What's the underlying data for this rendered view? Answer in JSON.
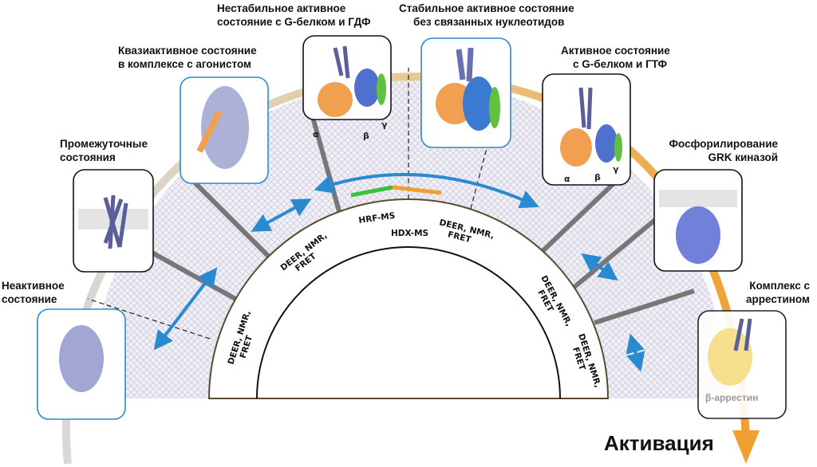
{
  "states": [
    {
      "label": [
        "Неактивное",
        "состояние"
      ]
    },
    {
      "label": [
        "Промежуточные",
        "состояния"
      ]
    },
    {
      "label": [
        "Квазиактивное состояние",
        "в комплексе с агонистом"
      ]
    },
    {
      "label": [
        "Нестабильное активное",
        "состояние с G-белком и ГДФ"
      ]
    },
    {
      "label": [
        "Стабильное активное состояние",
        "без связанных нуклеотидов"
      ]
    },
    {
      "label": [
        "Активное состояние",
        "с G-белком и ГТФ"
      ]
    },
    {
      "label": [
        "Фосфорилирование",
        "GRK киназой"
      ]
    },
    {
      "label": [
        "Комплекс с",
        "аррестином"
      ]
    }
  ],
  "subunits": {
    "alpha": "α",
    "beta": "β",
    "gamma": "γ",
    "arrestin": "β-аррестин"
  },
  "methods": [
    "DEER, NMR,",
    "FRET",
    "HRF-MS",
    "HDX-MS"
  ],
  "activation_label": "Активация",
  "colors": {
    "blue_arrow": "#2a8ad0",
    "orange": "#f0a030",
    "green": "#3cc040",
    "protein": "#7a80c0",
    "g_alpha": "#f0a050",
    "g_beta": "#5070d0",
    "g_gamma": "#60c040"
  }
}
